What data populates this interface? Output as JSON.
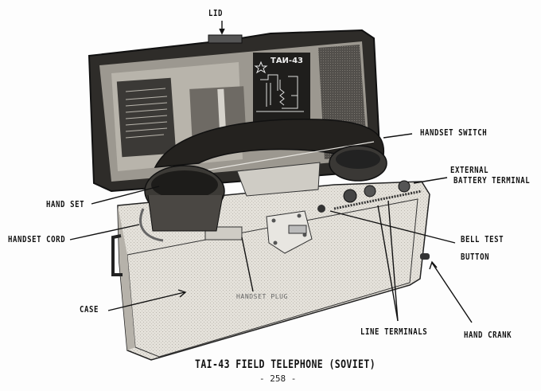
{
  "figure": {
    "caption": "TAI-43 FIELD TELEPHONE (SOVIET)",
    "page_number": "- 258 -",
    "model_plate": "ТАИ-43",
    "case_stamp": "HANDSET PLUG"
  },
  "labels": {
    "lid": "LID",
    "handset_switch": "HANDSET SWITCH",
    "external_battery_terminal_1": "EXTERNAL",
    "external_battery_terminal_2": "BATTERY TERMINAL",
    "hand_set": "HAND SET",
    "handset_cord": "HANDSET CORD",
    "bell_test_button_1": "BELL TEST",
    "bell_test_button_2": "BUTTON",
    "case": "CASE",
    "line_terminals": "LINE TERMINALS",
    "hand_crank": "HAND CRANK"
  },
  "colors": {
    "ink": "#111111",
    "paper": "#fdfdfd",
    "case_light": "#dedad2",
    "case_dark": "#3a3835"
  }
}
